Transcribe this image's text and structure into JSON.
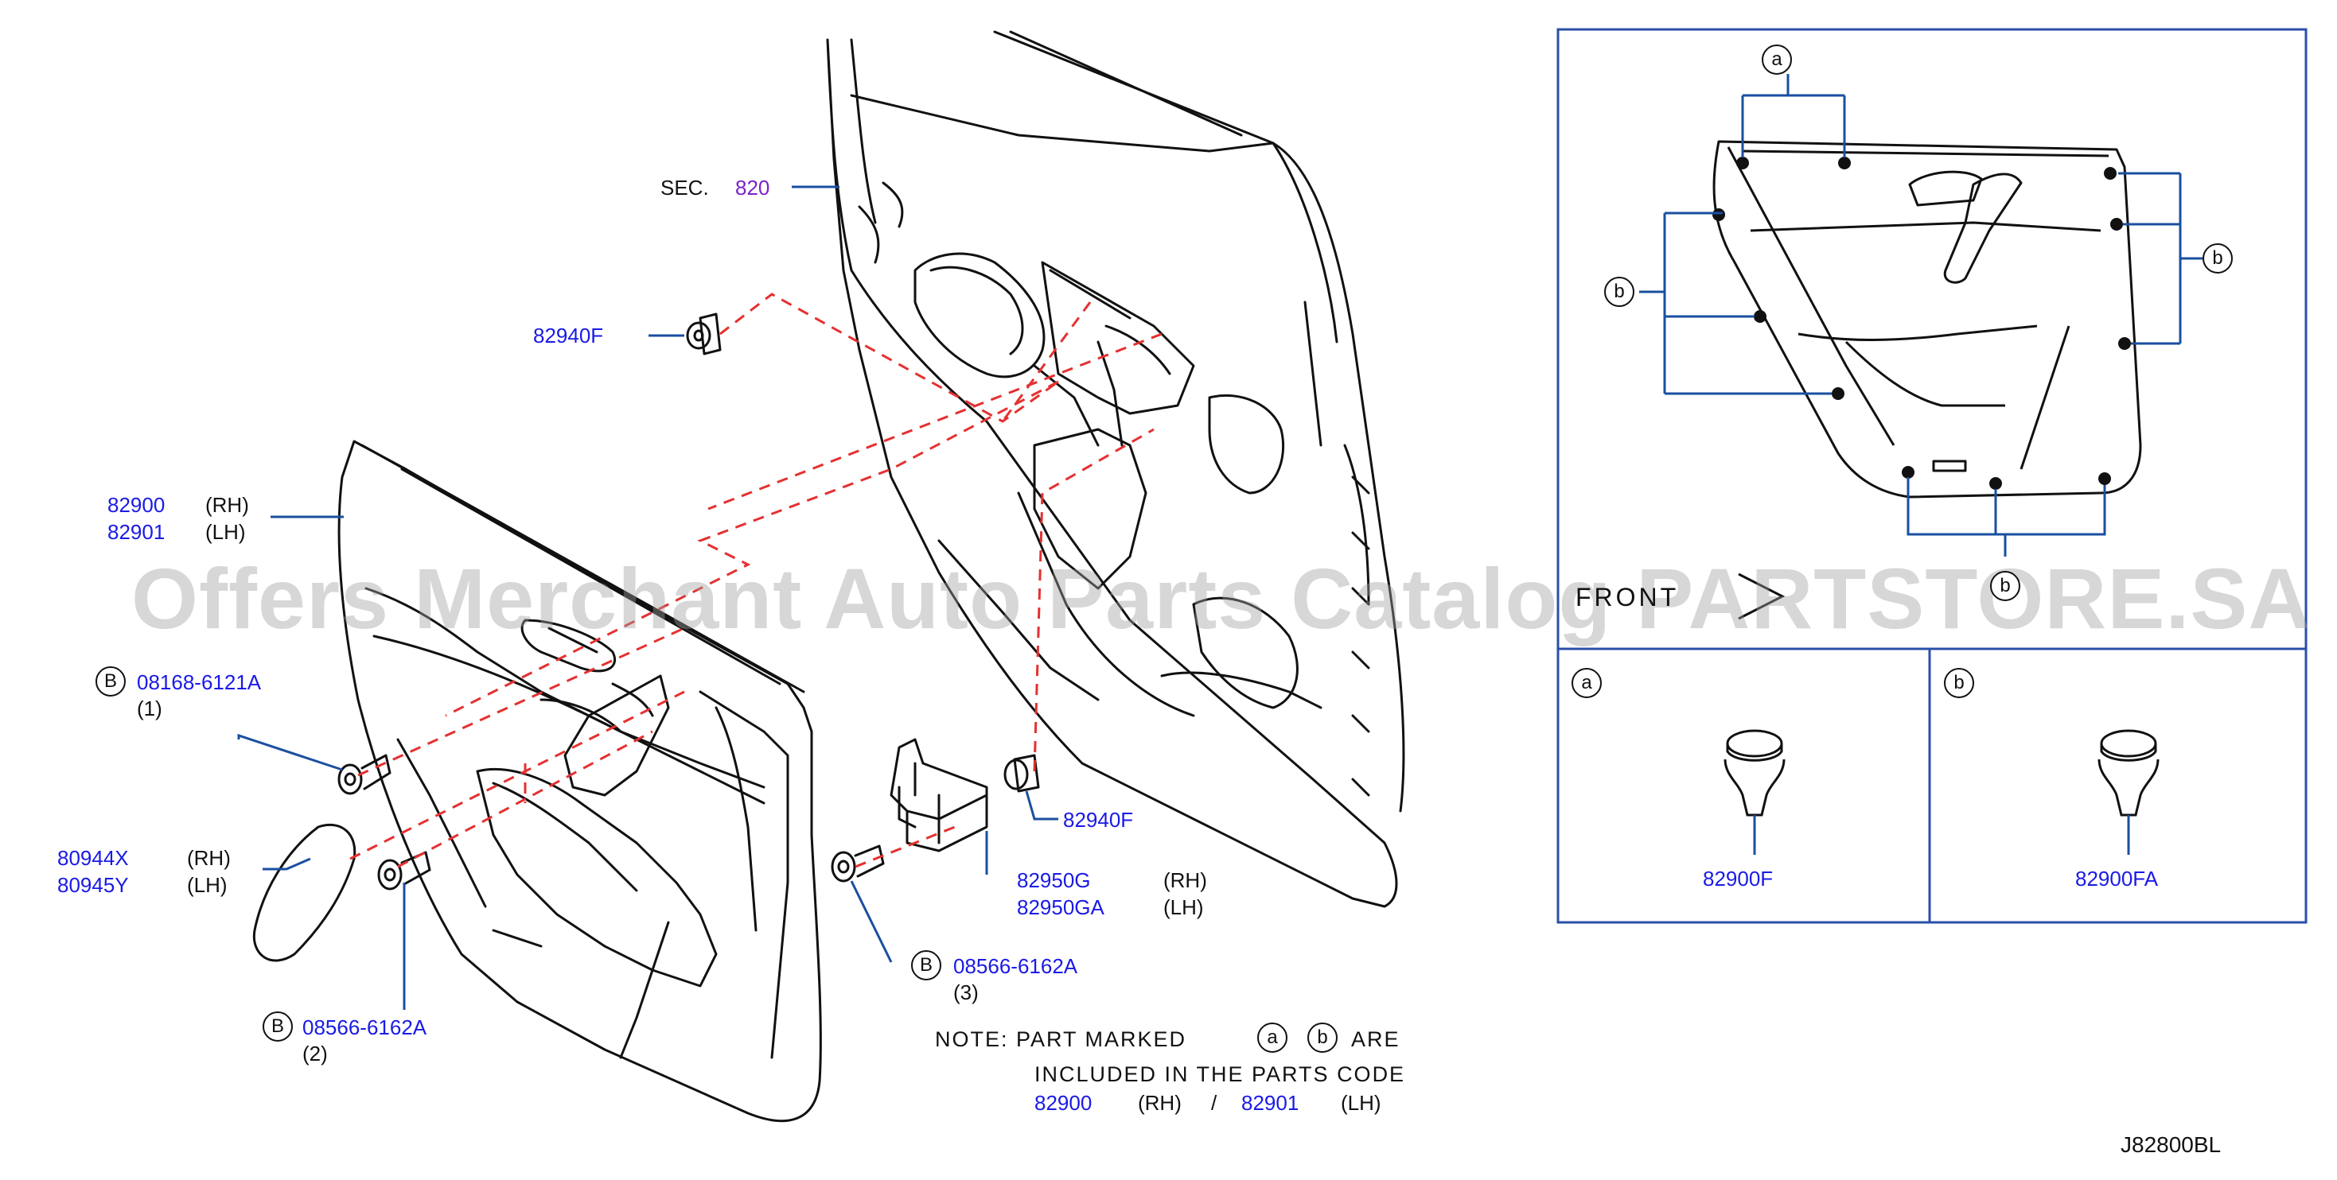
{
  "diagram": {
    "drawing_code": "J82800BL",
    "watermark": "Offers Merchant Auto Parts Catalog PARTSTORE.SA",
    "section_ref": {
      "prefix": "SEC.",
      "number": "820"
    },
    "parts": {
      "clip_upper": "82940F",
      "clip_lower": "82940F",
      "trim_rh": {
        "code": "82900",
        "side": "(RH)"
      },
      "trim_lh": {
        "code": "82901",
        "side": "(LH)"
      },
      "screw1": {
        "marker": "B",
        "code": "08168-6121A",
        "qty": "(1)"
      },
      "pull_rh": {
        "code": "80944X",
        "side": "(RH)"
      },
      "pull_lh": {
        "code": "80945Y",
        "side": "(LH)"
      },
      "screw2": {
        "marker": "B",
        "code": "08566-6162A",
        "qty": "(2)"
      },
      "bracket_rh": {
        "code": "82950G",
        "side": "(RH)"
      },
      "bracket_lh": {
        "code": "82950GA",
        "side": "(LH)"
      },
      "screw3": {
        "marker": "B",
        "code": "08566-6162A",
        "qty": "(3)"
      }
    },
    "note": {
      "line1_prefix": "NOTE:  PART  MARKED",
      "marker_a": "a",
      "marker_b": "b",
      "line1_suffix": "ARE",
      "line2": "INCLUDED  IN  THE  PARTS  CODE",
      "code_rh": "82900",
      "side_rh": "(RH)",
      "slash": "/",
      "code_lh": "82901",
      "side_lh": "(LH)"
    },
    "inset": {
      "marker_a": "a",
      "marker_b": "b",
      "front_label": "FRONT",
      "detail_a": {
        "marker": "a",
        "code": "82900F"
      },
      "detail_b": {
        "marker": "b",
        "code": "82900FA"
      }
    },
    "colors": {
      "part_code": "#1a1ae6",
      "section_ref": "#7b22c8",
      "leader": "#1a4fa0",
      "phantom_line": "#e53030",
      "inset_border": "#2a4fa8"
    }
  }
}
